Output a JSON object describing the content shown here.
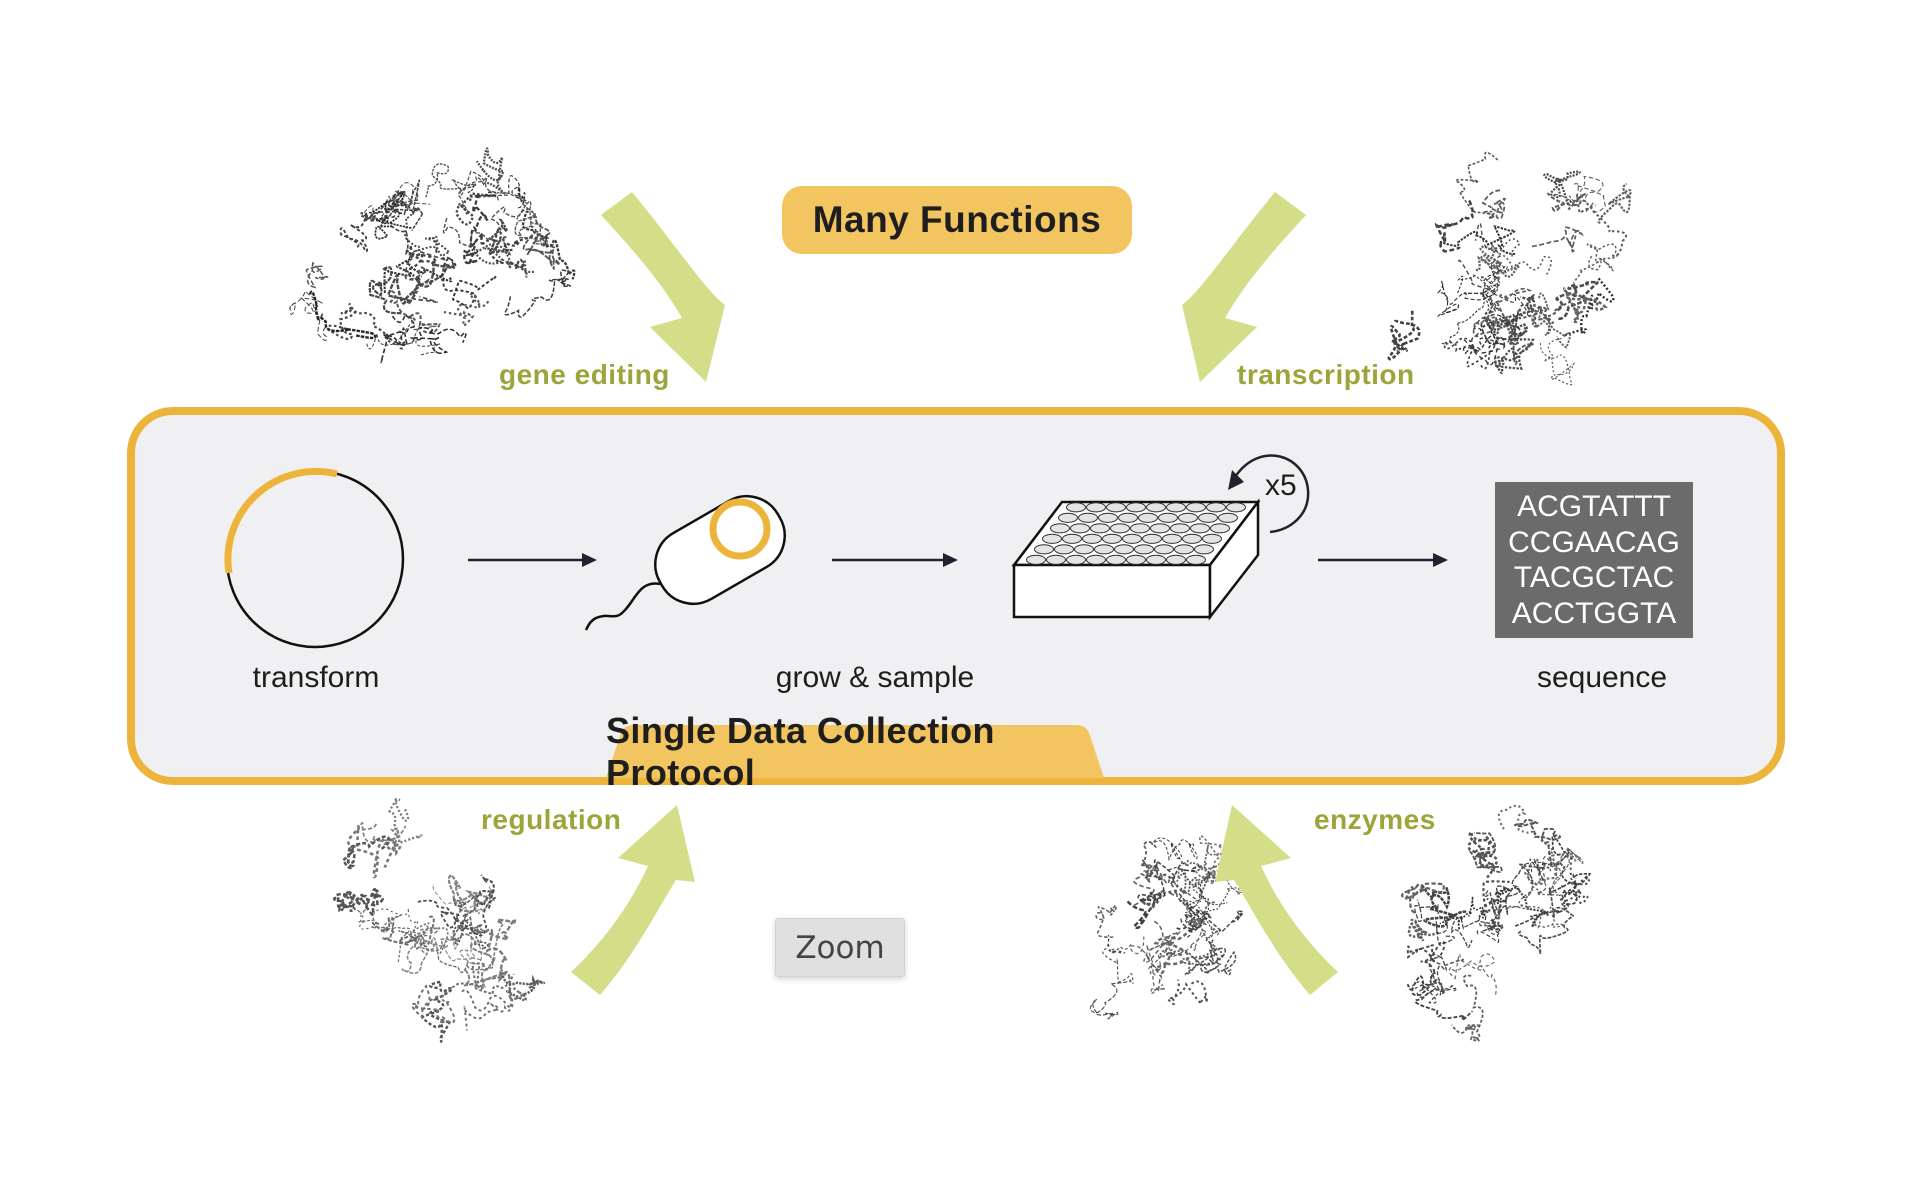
{
  "title": "Many Functions",
  "functions": [
    {
      "id": "gene-editing",
      "label": "gene editing"
    },
    {
      "id": "transcription",
      "label": "transcription"
    },
    {
      "id": "regulation",
      "label": "regulation"
    },
    {
      "id": "enzymes",
      "label": "enzymes"
    }
  ],
  "protocol": {
    "title": "Single Data Collection Protocol",
    "steps": [
      {
        "label": "transform",
        "icon": "plasmid-icon"
      },
      {
        "label": "grow & sample",
        "icon": "bacterium-icon"
      },
      {
        "label": "",
        "icon": "well-plate-icon",
        "repeat_label": "x5"
      },
      {
        "label": "sequence",
        "icon": "sequence-icon"
      }
    ],
    "plate": {
      "rows": 6,
      "columns": 9
    },
    "sequence_lines": [
      "ACGTATTT",
      "CCGAACAG",
      "TACGCTAC",
      "ACCTGGTA"
    ]
  },
  "zoom_button": {
    "label": "Zoom"
  },
  "colors": {
    "accent_orange": "#edb43c",
    "pill_orange": "#f3c561",
    "arrow_green": "#d4dd87",
    "label_green": "#9aa63a",
    "panel_bg": "#f0f0f2",
    "sequence_bg": "#6b6b6b",
    "ink": "#22222e"
  }
}
